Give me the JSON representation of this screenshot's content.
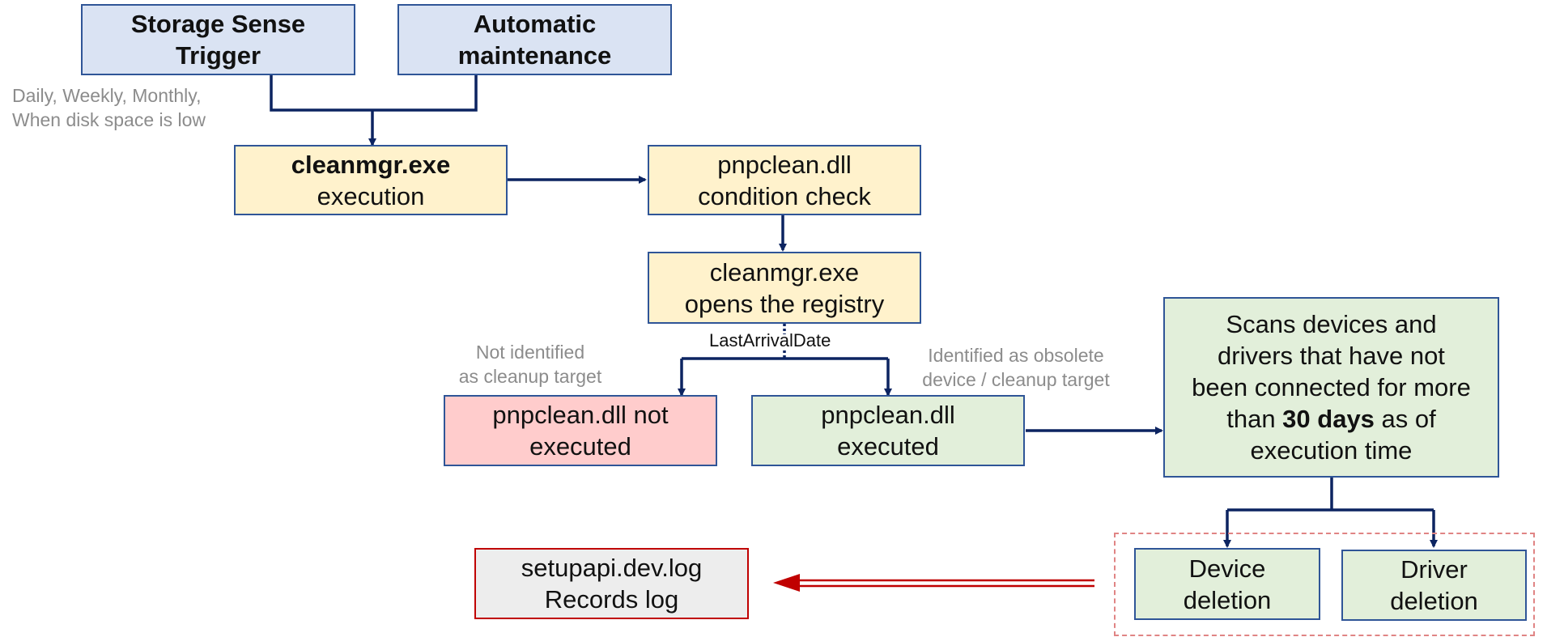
{
  "colors": {
    "line": "#0c2461",
    "box_border": "#2f5597",
    "blue_fill": "#dae3f3",
    "yellow_fill": "#fff2cc",
    "green_fill": "#e2efda",
    "pink_fill": "#ffcccc",
    "grey_fill": "#ededed",
    "log_border": "#c00000",
    "dashed_border": "#e08484",
    "note_text": "#8c8c8c"
  },
  "nodes": {
    "storage_sense": {
      "line1": "Storage Sense",
      "line2": "Trigger"
    },
    "auto_maintenance": {
      "line1": "Automatic",
      "line2": "maintenance"
    },
    "cleanmgr_exec": {
      "line1": "cleanmgr.exe",
      "line2": "execution"
    },
    "pnpclean_check": {
      "line1": "pnpclean.dll",
      "line2": "condition check"
    },
    "cleanmgr_registry": {
      "line1": "cleanmgr.exe",
      "line2": "opens the registry"
    },
    "pnpclean_not_exec": {
      "line1": "pnpclean.dll not",
      "line2": "executed"
    },
    "pnpclean_exec": {
      "line1": "pnpclean.dll",
      "line2": "executed"
    },
    "scan": {
      "line1": "Scans devices and",
      "line2": "drivers that have not",
      "line3": "been connected for more",
      "line4_pre": "than ",
      "line4_bold": "30 days",
      "line4_post": " as of",
      "line5": "execution time"
    },
    "device_deletion": {
      "line1": "Device",
      "line2": "deletion"
    },
    "driver_deletion": {
      "line1": "Driver",
      "line2": "deletion"
    },
    "setupapi_log": {
      "line1": "setupapi.dev.log",
      "line2": "Records log"
    }
  },
  "notes": {
    "schedule": {
      "line1": "Daily, Weekly, Monthly,",
      "line2": "When disk space is low"
    },
    "registry_value": "LastArrivalDate",
    "not_identified": {
      "line1": "Not identified",
      "line2": "as cleanup target"
    },
    "identified": {
      "line1": "Identified as obsolete",
      "line2": "device / cleanup target"
    }
  }
}
